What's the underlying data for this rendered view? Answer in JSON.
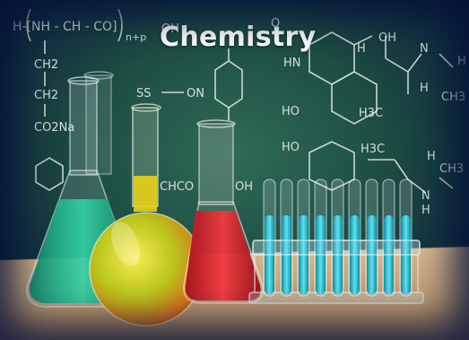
{
  "title": "Chemistry",
  "formulas": {
    "top_left": "H-[NH - CH - CO]",
    "subscript": "n+p",
    "oh_top": "OH",
    "ch2_a": "CH2",
    "ch2_b": "CH2",
    "co2na": "CO2Na",
    "ss": "SS",
    "on": "ON",
    "chco": "CHCO",
    "oh_mid": "OH",
    "o_top": "O",
    "hn": "HN",
    "h_1": "H",
    "oh_r": "OH",
    "n_1": "N",
    "h_2": "H",
    "ch3_a": "CH3",
    "h_3": "H",
    "ho_1": "HO",
    "h3c_1": "H3C",
    "ho_2": "HO",
    "h3c_2": "H3C",
    "h_4": "H",
    "ch3_b": "CH3",
    "n_2": "N",
    "h_5": "H"
  },
  "colors": {
    "green_liquid": "#1fb38a",
    "yellow_liquid": "#e8d21c",
    "red_liquid": "#d8262e",
    "cyan_liquid": "#1fc4d8",
    "bench": "#c8a680"
  }
}
